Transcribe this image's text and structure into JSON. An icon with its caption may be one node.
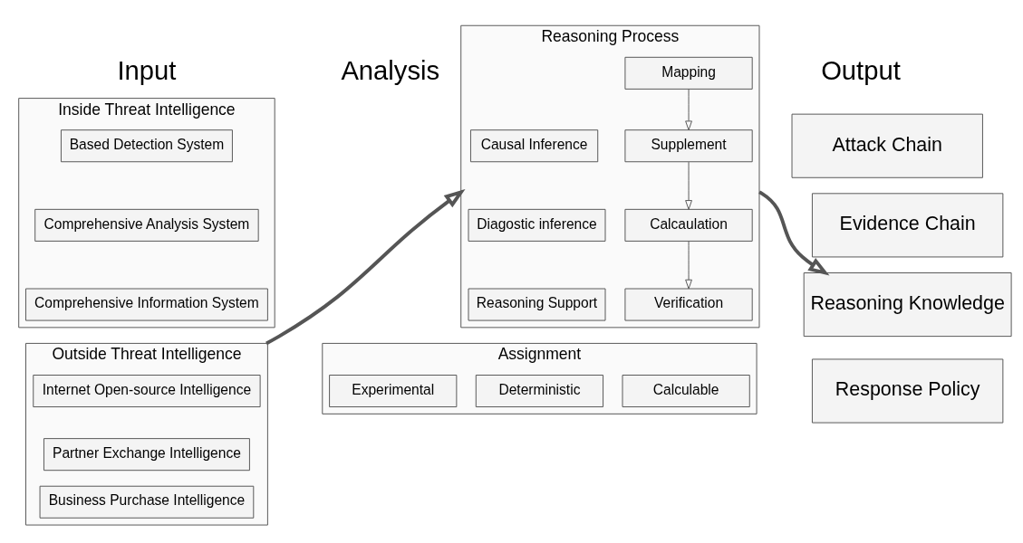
{
  "diagram": {
    "nodes": [
      {
        "text": [
          "Inside Threat Intelligence"
        ]
      },
      {
        "text": [
          "Based Detection System"
        ],
        "in": 0
      },
      {
        "text": [
          "Comprehensive Analysis System"
        ],
        "in": 0
      },
      {
        "text": [
          "Comprehensive Information System"
        ],
        "in": 0
      },
      {
        "text": [
          "Outside Threat Intelligence"
        ]
      },
      {
        "text": [
          "Internet Open-source Intelligence"
        ],
        "in": 4
      },
      {
        "text": [
          "Partner Exchange Intelligence"
        ],
        "in": 4
      },
      {
        "text": [
          "Business Purchase Intelligence"
        ],
        "in": 4
      },
      {
        "text": [
          "Reasoning Process"
        ]
      },
      {
        "text": [
          "Causal Inference"
        ],
        "in": 8
      },
      {
        "text": [
          "Diagostic inference"
        ],
        "in": 8
      },
      {
        "text": [
          "Reasoning Support"
        ],
        "in": 8
      },
      {
        "text": [
          "Mapping"
        ],
        "in": 8
      },
      {
        "text": [
          "Supplement"
        ],
        "in": 8
      },
      {
        "text": [
          "Calcaulation"
        ],
        "in": 8
      },
      {
        "text": [
          "Verification"
        ],
        "in": 8
      },
      {
        "text": [
          "Assignment"
        ]
      },
      {
        "text": [
          "Deterministic"
        ],
        "in": 16
      },
      {
        "text": [
          "Calculable"
        ],
        "in": 16
      },
      {
        "text": [
          "Experimental"
        ],
        "in": 16
      },
      {
        "text": [
          "Attack Chain"
        ]
      },
      {
        "text": [
          "Evidence Chain"
        ]
      },
      {
        "text": [
          "Reasoning Knowledge"
        ]
      },
      {
        "text": [
          "Response Policy"
        ]
      }
    ],
    "edges": [
      {
        "from": 4,
        "to": 8,
        "arrow": "to",
        "style": "thick"
      },
      {
        "from": 12,
        "to": 13,
        "arrow": "to"
      },
      {
        "from": 13,
        "to": 14,
        "arrow": "to"
      },
      {
        "from": 14,
        "to": 15,
        "arrow": "to"
      },
      {
        "from": 8,
        "to": 22,
        "arrow": "to",
        "style": "thick"
      }
    ],
    "labels": [
      "Input",
      "Analysis",
      "Output"
    ]
  }
}
